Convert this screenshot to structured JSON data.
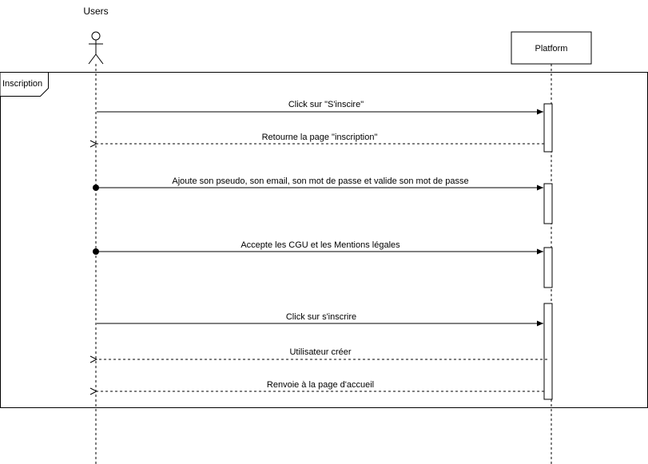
{
  "diagram": {
    "actor": {
      "label": "Users"
    },
    "participant": {
      "label": "Platform"
    },
    "frame": {
      "label": "Inscription"
    },
    "messages": [
      {
        "text": "Click sur \"S'inscire\"",
        "kind": "sync"
      },
      {
        "text": "Retourne la page \"inscription\"",
        "kind": "return"
      },
      {
        "text": "Ajoute son pseudo, son email, son mot de passe et valide son mot de passe",
        "kind": "found"
      },
      {
        "text": "Accepte les CGU et les Mentions légales",
        "kind": "found"
      },
      {
        "text": "Click sur s'inscrire",
        "kind": "sync"
      },
      {
        "text": "Utilisateur créer",
        "kind": "return"
      },
      {
        "text": "Renvoie à la page d'accueil",
        "kind": "return"
      }
    ]
  }
}
